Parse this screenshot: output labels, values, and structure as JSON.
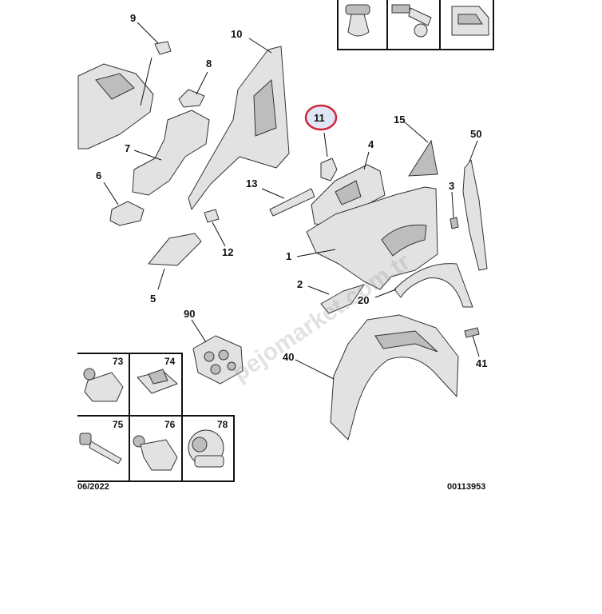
{
  "callouts": {
    "c1": "1",
    "c2": "2",
    "c3": "3",
    "c4": "4",
    "c5": "5",
    "c6": "6",
    "c7": "7",
    "c8": "8",
    "c9": "9",
    "c10": "10",
    "c11": "11",
    "c12": "12",
    "c13": "13",
    "c15": "15",
    "c20": "20",
    "c40": "40",
    "c41": "41",
    "c50": "50",
    "c90": "90"
  },
  "fastener_boxes": {
    "b73": "73",
    "b74": "74",
    "b75": "75",
    "b76": "76",
    "b78": "78"
  },
  "footer": {
    "date": "06/2022",
    "ref": "00113953"
  },
  "watermark": "pejomarket.com.tr",
  "highlight_color": "#d0283a",
  "highlight_fill": "#dfe6f6"
}
